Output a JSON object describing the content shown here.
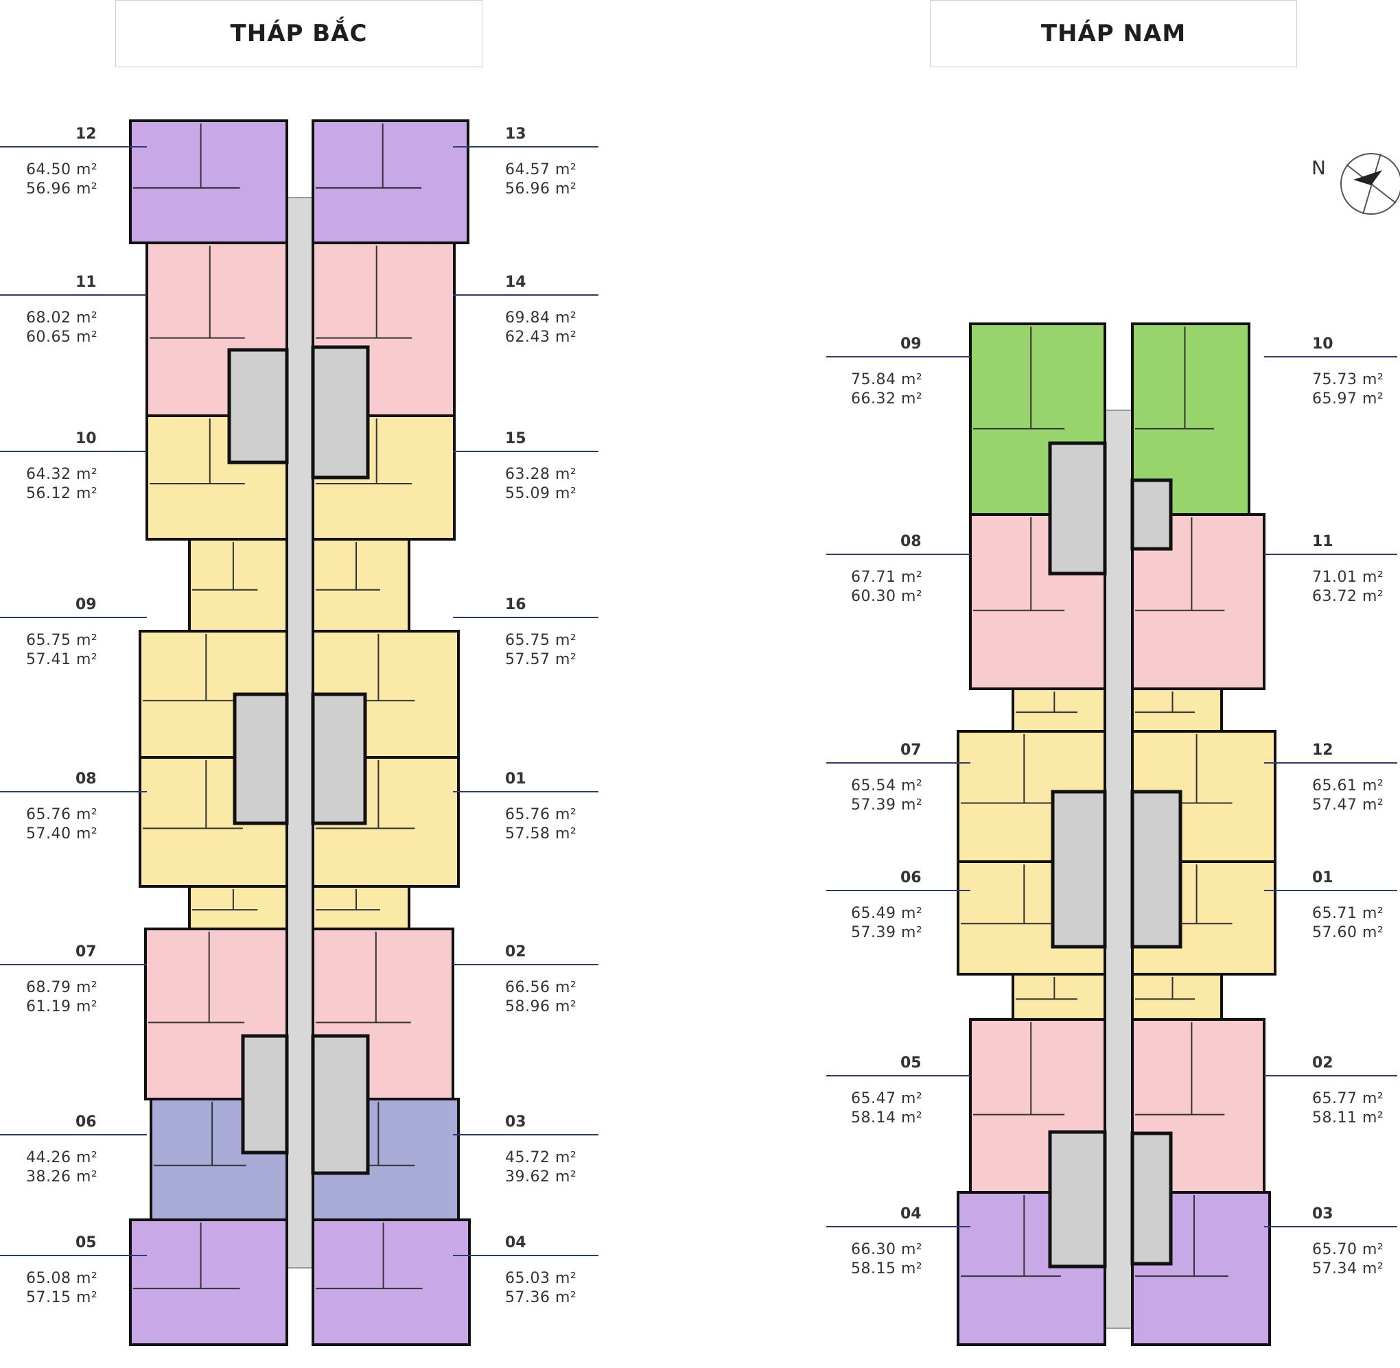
{
  "titles": {
    "north": "THÁP BẮC",
    "south": "THÁP NAM"
  },
  "compass_label": "N",
  "unit": "m²",
  "colors": {
    "purple": "#c8a8e6",
    "pink": "#f8cccf",
    "yellow": "#fbe9a8",
    "blue": "#a9acd6",
    "green": "#98d46c",
    "core": "#cfcfcf",
    "corridor": "#d8d8d8",
    "wall": "#111111",
    "leader": "#2b3a7a"
  },
  "north_units": [
    {
      "num": "12",
      "a1": "64.50 m²",
      "a2": "56.96 m²"
    },
    {
      "num": "13",
      "a1": "64.57 m²",
      "a2": "56.96 m²"
    },
    {
      "num": "11",
      "a1": "68.02 m²",
      "a2": "60.65 m²"
    },
    {
      "num": "14",
      "a1": "69.84 m²",
      "a2": "62.43 m²"
    },
    {
      "num": "10",
      "a1": "64.32 m²",
      "a2": "56.12 m²"
    },
    {
      "num": "15",
      "a1": "63.28 m²",
      "a2": "55.09 m²"
    },
    {
      "num": "09",
      "a1": "65.75 m²",
      "a2": "57.41 m²"
    },
    {
      "num": "16",
      "a1": "65.75 m²",
      "a2": "57.57 m²"
    },
    {
      "num": "08",
      "a1": "65.76 m²",
      "a2": "57.40 m²"
    },
    {
      "num": "01",
      "a1": "65.76 m²",
      "a2": "57.58 m²"
    },
    {
      "num": "07",
      "a1": "68.79 m²",
      "a2": "61.19 m²"
    },
    {
      "num": "02",
      "a1": "66.56 m²",
      "a2": "58.96 m²"
    },
    {
      "num": "06",
      "a1": "44.26 m²",
      "a2": "38.26 m²"
    },
    {
      "num": "03",
      "a1": "45.72 m²",
      "a2": "39.62 m²"
    },
    {
      "num": "05",
      "a1": "65.08 m²",
      "a2": "57.15 m²"
    },
    {
      "num": "04",
      "a1": "65.03 m²",
      "a2": "57.36 m²"
    }
  ],
  "south_units": [
    {
      "num": "09",
      "a1": "75.84 m²",
      "a2": "66.32 m²"
    },
    {
      "num": "10",
      "a1": "75.73 m²",
      "a2": "65.97 m²"
    },
    {
      "num": "08",
      "a1": "67.71 m²",
      "a2": "60.30 m²"
    },
    {
      "num": "11",
      "a1": "71.01 m²",
      "a2": "63.72 m²"
    },
    {
      "num": "07",
      "a1": "65.54 m²",
      "a2": "57.39 m²"
    },
    {
      "num": "12",
      "a1": "65.61 m²",
      "a2": "57.47 m²"
    },
    {
      "num": "06",
      "a1": "65.49 m²",
      "a2": "57.39 m²"
    },
    {
      "num": "01",
      "a1": "65.71 m²",
      "a2": "57.60 m²"
    },
    {
      "num": "05",
      "a1": "65.47 m²",
      "a2": "58.14 m²"
    },
    {
      "num": "02",
      "a1": "65.77 m²",
      "a2": "58.11 m²"
    },
    {
      "num": "04",
      "a1": "66.30 m²",
      "a2": "58.15 m²"
    },
    {
      "num": "03",
      "a1": "65.70 m²",
      "a2": "57.34 m²"
    }
  ]
}
